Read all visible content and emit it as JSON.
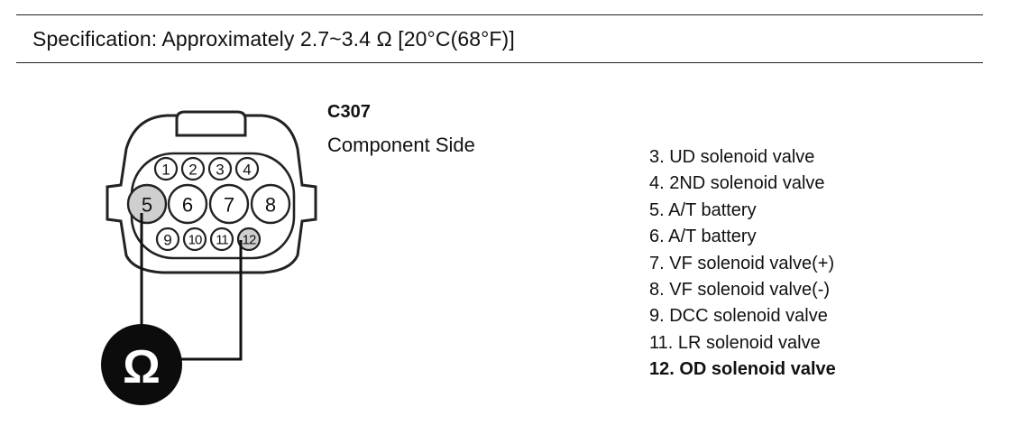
{
  "specification": {
    "text": "Specification:  Approximately 2.7~3.4 Ω  [20°C(68°F)]"
  },
  "connector": {
    "id": "C307",
    "side": "Component Side",
    "pins_row1": [
      "1",
      "2",
      "3",
      "4"
    ],
    "pins_row2": [
      "5",
      "6",
      "7",
      "8"
    ],
    "pins_row3": [
      "9",
      "10",
      "11",
      "12"
    ],
    "meter_symbol": "Ω"
  },
  "legend": [
    {
      "text": "3. UD solenoid valve",
      "bold": false
    },
    {
      "text": "4. 2ND solenoid valve",
      "bold": false
    },
    {
      "text": "5. A/T battery",
      "bold": false
    },
    {
      "text": "6. A/T battery",
      "bold": false
    },
    {
      "text": "7. VF solenoid valve(+)",
      "bold": false
    },
    {
      "text": "8. VF solenoid valve(-)",
      "bold": false
    },
    {
      "text": "9. DCC solenoid valve",
      "bold": false
    },
    {
      "text": "11. LR solenoid valve",
      "bold": false
    },
    {
      "text": "12. OD solenoid valve",
      "bold": true
    }
  ]
}
